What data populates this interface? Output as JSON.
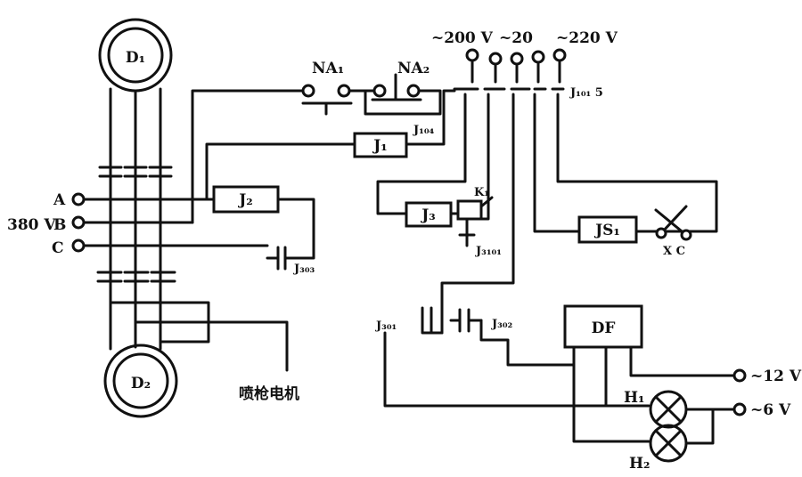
{
  "labels": {
    "motor_d1": "D₁",
    "motor_d2": "D₂",
    "phase_a": "A",
    "phase_b": "B",
    "phase_c": "C",
    "supply_380": "380 V",
    "na1": "NA₁",
    "na2": "NA₂",
    "relay_j1": "J₁",
    "relay_j2": "J₂",
    "relay_j3": "J₃",
    "relay_js1": "JS₁",
    "contact_j104": "J₁₀₄",
    "contact_j101_5": "J₁₀₁ 5",
    "contact_j303": "J₃₀₃",
    "contact_j301": "J₃₀₁",
    "contact_j302": "J₃₀₂",
    "contact_j3101": "J₃₁₀₁",
    "k1": "K₁",
    "xc": "X C",
    "df": "DF",
    "v_200": "~200 V",
    "v_20": "~20",
    "v_220": "~220 V",
    "v_12": "~12 V",
    "v_6": "~6 V",
    "h1": "H₁",
    "h2": "H₂",
    "spray_motor": "喷枪电机"
  }
}
